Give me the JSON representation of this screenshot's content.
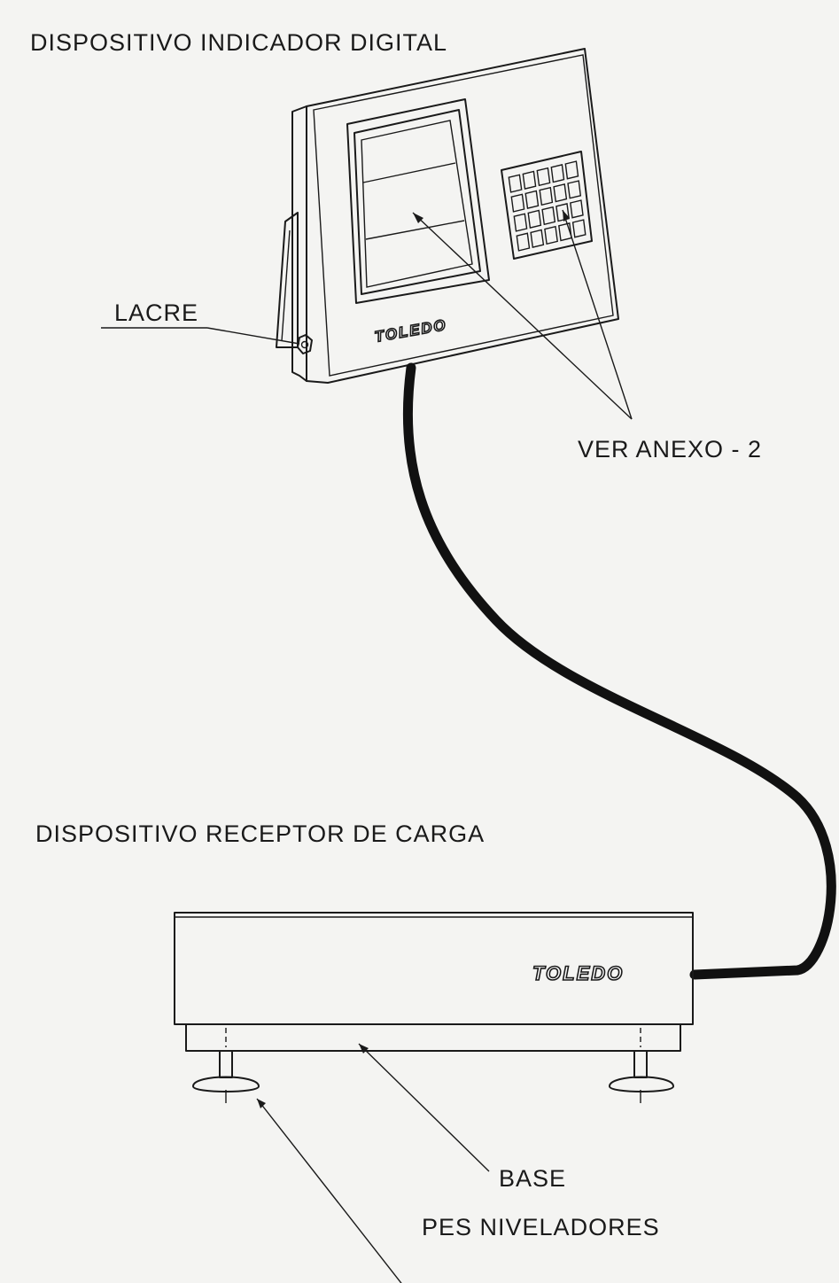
{
  "labels": {
    "indicator_title": "DISPOSITIVO INDICADOR DIGITAL",
    "seal": "LACRE",
    "annex_ref": "VER ANEXO - 2",
    "receiver_title": "DISPOSITIVO RECEPTOR DE CARGA",
    "base": "BASE",
    "leveling_feet": "PES NIVELADORES"
  },
  "brand": {
    "indicator_logo": "TOLEDO",
    "platform_logo": "TOLEDO"
  },
  "colors": {
    "ink": "#1a1a1a",
    "paper": "#f4f4f2",
    "cable": "#111111"
  }
}
